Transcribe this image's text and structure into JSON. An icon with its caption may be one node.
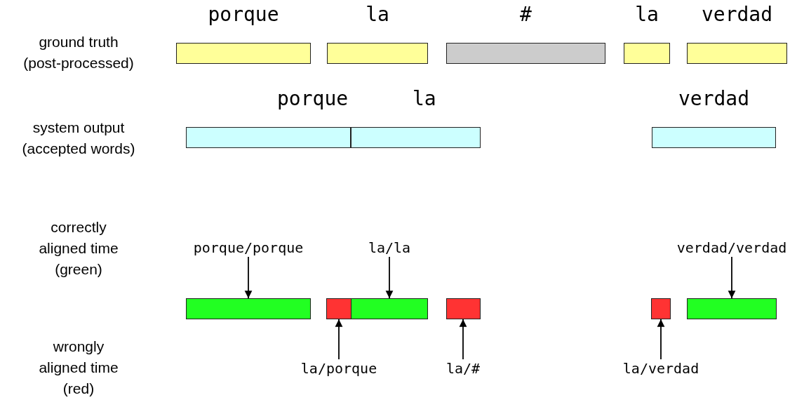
{
  "diagram": {
    "nodes": [
      {
        "text": [
          "porque"
        ]
      },
      {
        "text": [
          "la"
        ]
      },
      {
        "text": [
          "#"
        ]
      },
      {
        "text": [
          "la"
        ]
      },
      {
        "text": [
          "verdad"
        ]
      },
      {
        "text": [
          "porque"
        ]
      },
      {
        "text": [
          "la"
        ]
      },
      {
        "text": [
          "verdad"
        ]
      },
      {
        "text": [
          "porque/porque"
        ]
      },
      {
        "text": [
          "la/la"
        ]
      },
      {
        "text": [
          "verdad/verdad"
        ]
      },
      {
        "text": [],
        "shape": "bar"
      },
      {
        "text": [],
        "shape": "bar"
      },
      {
        "text": [],
        "shape": "bar"
      },
      {
        "text": [],
        "shape": "bar"
      },
      {
        "text": [],
        "shape": "bar"
      },
      {
        "text": [],
        "shape": "bar"
      },
      {
        "text": [
          "la/porque"
        ]
      },
      {
        "text": [
          "la/#"
        ]
      },
      {
        "text": [
          "la/verdad"
        ]
      }
    ],
    "edges": [
      {
        "from": 8,
        "to": 11,
        "arrow": "to"
      },
      {
        "from": 9,
        "to": 13,
        "arrow": "to"
      },
      {
        "from": 10,
        "to": 16,
        "arrow": "to"
      },
      {
        "from": 17,
        "to": 12,
        "arrow": "to"
      },
      {
        "from": 18,
        "to": 14,
        "arrow": "to"
      },
      {
        "from": 19,
        "to": 15,
        "arrow": "to"
      }
    ],
    "labels": [
      "ground truth (post-processed)",
      "system output (accepted words)",
      "correctly aligned time (green)",
      "wrongly aligned time (red)"
    ]
  }
}
